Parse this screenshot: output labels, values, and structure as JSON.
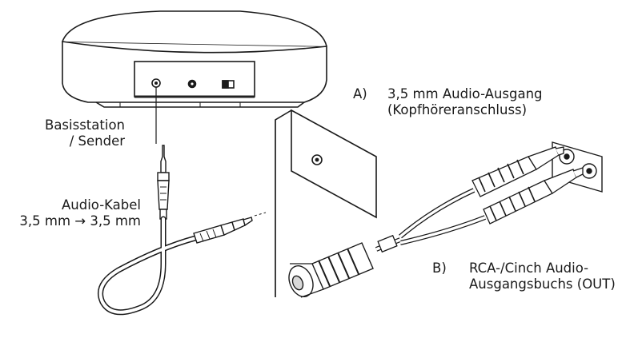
{
  "labels": {
    "base_station": [
      "Basisstation",
      "/ Sender"
    ],
    "cable": [
      "Audio-Kabel",
      "3,5 mm → 3,5 mm"
    ],
    "option_a": {
      "marker": "A)",
      "lines": [
        "3,5 mm Audio-Ausgang",
        "(Kopfhöreranschluss)"
      ]
    },
    "option_b": {
      "marker": "B)",
      "lines": [
        "RCA-/Cinch Audio-",
        "Ausgangsbuchs (OUT)"
      ]
    }
  },
  "colors": {
    "stroke": "#1a1a1a",
    "fill_light": "#ffffff",
    "shade": "#d9d9d9",
    "dark": "#333333"
  }
}
